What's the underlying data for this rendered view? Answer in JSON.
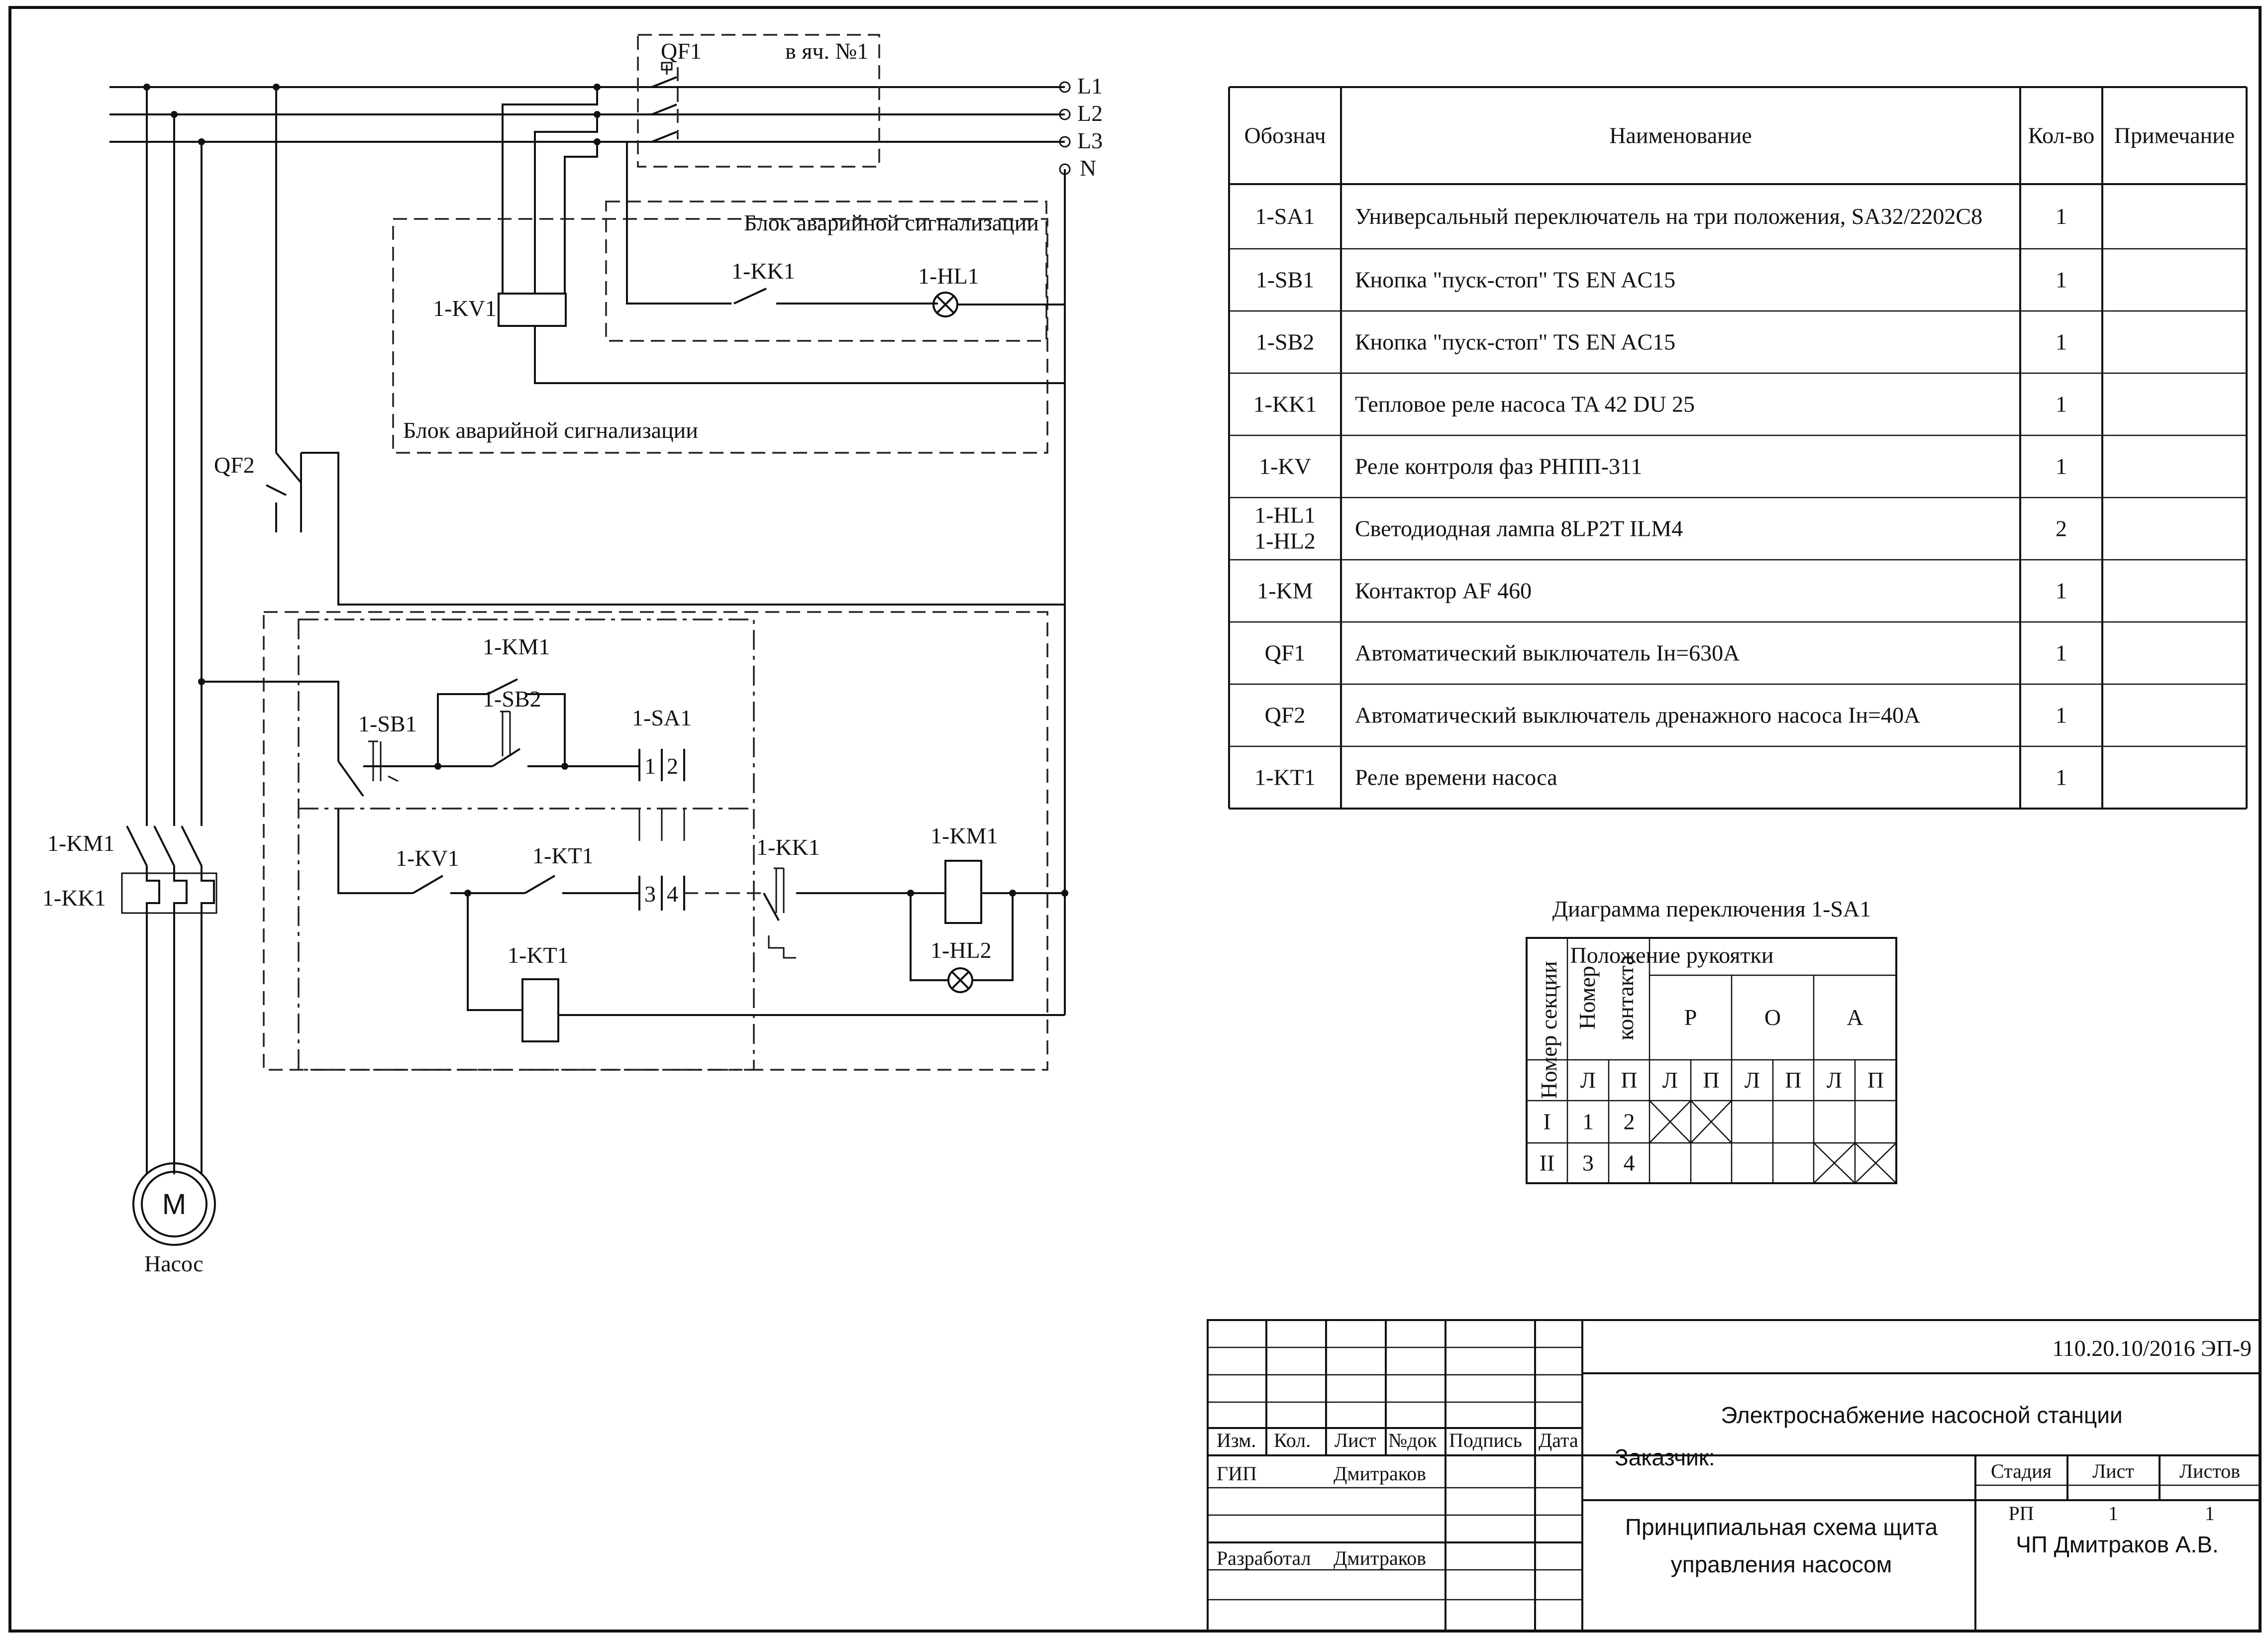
{
  "schematic": {
    "bus_labels": [
      "L1",
      "L2",
      "L3",
      "N"
    ],
    "qf1_label": "QF1",
    "cell_label": "в яч. №1",
    "alarm_block_inner": "Блок аварийной сигнализации",
    "alarm_block_outer": "Блок аварийной сигнализации",
    "kk1_label": "1-KK1",
    "hl1_label": "1-HL1",
    "kv1_coil_label": "1-KV1",
    "qf2_label": "QF2",
    "km1_contact_label": "1-KM1",
    "sb2_label": "1-SB2",
    "sb1_label": "1-SB1",
    "sa1_label": "1-SA1",
    "sa1_contacts_top": [
      "1",
      "2"
    ],
    "sa1_contacts_bottom": [
      "3",
      "4"
    ],
    "kv1_contact_label": "1-KV1",
    "kt1_contact_label": "1-KT1",
    "kk1_contact_label": "1-KK1",
    "km1_coil_label": "1-KM1",
    "hl2_label": "1-HL2",
    "kt1_coil_label": "1-KT1",
    "motor_km1_label": "1-KM1",
    "motor_kk1_label": "1-KK1",
    "motor_symbol": "M",
    "motor_caption": "Насос"
  },
  "spec_table": {
    "headers": [
      "Обознач",
      "Наименование",
      "Кол-во",
      "Примечание"
    ],
    "rows": [
      {
        "code": [
          "1-SA1"
        ],
        "name": "Универсальный переключатель на три положения, SA32/2202C8",
        "qty": "1",
        "note": ""
      },
      {
        "code": [
          "1-SB1"
        ],
        "name": "Кнопка \"пуск-стоп\" TS EN AC15",
        "qty": "1",
        "note": ""
      },
      {
        "code": [
          "1-SB2"
        ],
        "name": "Кнопка \"пуск-стоп\" TS EN AC15",
        "qty": "1",
        "note": ""
      },
      {
        "code": [
          "1-KK1"
        ],
        "name": "Тепловое реле насоса TA 42 DU 25",
        "qty": "1",
        "note": ""
      },
      {
        "code": [
          "1-KV"
        ],
        "name": "Реле контроля фаз РНПП-311",
        "qty": "1",
        "note": ""
      },
      {
        "code": [
          "1-HL1",
          "1-HL2"
        ],
        "name": "Светодиодная лампа 8LP2T ILM4",
        "qty": "2",
        "note": ""
      },
      {
        "code": [
          "1-KM"
        ],
        "name": "Контактор AF 460",
        "qty": "1",
        "note": ""
      },
      {
        "code": [
          "QF1"
        ],
        "name": "Автоматический выключатель Iн=630А",
        "qty": "1",
        "note": ""
      },
      {
        "code": [
          "QF2"
        ],
        "name": "Автоматический выключатель дренажного насоса Iн=40А",
        "qty": "1",
        "note": ""
      },
      {
        "code": [
          "1-KT1"
        ],
        "name": "Реле времени насоса",
        "qty": "1",
        "note": ""
      }
    ]
  },
  "switch_diagram": {
    "title": "Диаграмма переключения 1-SA1",
    "section_header": "Номер секции",
    "contact_header": [
      "Номер",
      "контакта"
    ],
    "position_header": "Положение рукоятки",
    "positions": [
      "Р",
      "О",
      "А"
    ],
    "subheaders": [
      "Л",
      "П",
      "Л",
      "П",
      "Л",
      "П",
      "Л",
      "П"
    ],
    "rows": [
      {
        "section": "I",
        "contacts": [
          "1",
          "2"
        ],
        "closed": [
          true,
          true,
          false,
          false,
          false,
          false
        ]
      },
      {
        "section": "II",
        "contacts": [
          "3",
          "4"
        ],
        "closed": [
          false,
          false,
          false,
          false,
          true,
          true
        ]
      }
    ]
  },
  "title_block": {
    "doc_code": "110.20.10/2016 ЭП-9",
    "project": "Электроснабжение насосной станции",
    "customer_label": "Заказчик:",
    "drawing_title": [
      "Принципиальная схема щита",
      "управления насосом"
    ],
    "company": "ЧП Дмитраков А.В.",
    "rev_headers": [
      "Изм.",
      "Кол.",
      "Лист",
      "№док",
      "Подпись",
      "Дата"
    ],
    "roles": [
      {
        "role": "ГИП",
        "name": "Дмитраков"
      },
      {
        "role": "Разработал",
        "name": "Дмитраков"
      }
    ],
    "stage_headers": [
      "Стадия",
      "Лист",
      "Листов"
    ],
    "stage_values": [
      "РП",
      "1",
      "1"
    ]
  }
}
